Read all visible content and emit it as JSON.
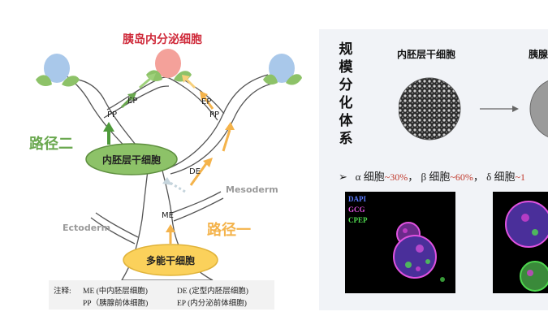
{
  "left_diagram": {
    "title": "胰岛内分泌细胞",
    "path_two": "路径二",
    "path_one": "路径一",
    "nodes": {
      "ep_left": "EP",
      "pp_left": "PP",
      "ep_right": "EP",
      "pp_right": "PP",
      "de": "DE",
      "me": "ME"
    },
    "germ_layers": {
      "mesoderm": "Mesoderm",
      "ectoderm": "Ectoderm"
    },
    "stem_cells": {
      "endoderm": "内胚层干细胞",
      "pluripotent": "多能干细胞"
    },
    "note": {
      "prefix": "注释:",
      "me": "ME (中内胚层细胞)",
      "de": "DE (定型内胚层细胞)",
      "pp": "PP（胰腺前体细胞)",
      "ep": "EP (内分泌前体细胞)"
    },
    "colors": {
      "title": "#cf2a3a",
      "path_two": "#6aa84f",
      "path_one": "#f4b34b",
      "green_ellipse": "#8dc268",
      "yellow_ellipse": "#fbd15b"
    }
  },
  "right_panel": {
    "vertical_title": [
      "规",
      "模",
      "分",
      "化",
      "体",
      "系"
    ],
    "column_headers": [
      "内胚层干细胞",
      "胰腺"
    ],
    "ratio": {
      "bullet": "➢",
      "alpha": "α 细胞",
      "alpha_pct": "~30%",
      "sep1": "，",
      "beta": "β 细胞",
      "beta_pct": "~60%",
      "sep2": "，",
      "delta": "δ 细胞",
      "delta_pct": "~1"
    },
    "stain_legend": [
      "DAPI",
      "GCG",
      "CPEP"
    ],
    "stain_colors": [
      "#5b7bff",
      "#e052e0",
      "#4fd84f"
    ]
  }
}
